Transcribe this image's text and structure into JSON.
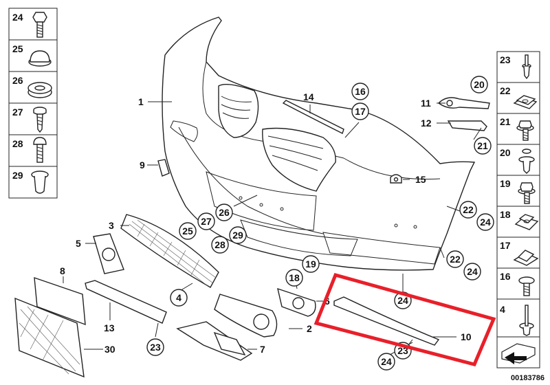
{
  "document_id": "00183786",
  "highlight_color": "#e8202a",
  "left_legend": [
    "24",
    "25",
    "26",
    "27",
    "28",
    "29"
  ],
  "right_legend": [
    "23",
    "22",
    "21",
    "20",
    "19",
    "18",
    "17",
    "16",
    "4"
  ],
  "callouts": [
    "1",
    "14",
    "11",
    "12",
    "9",
    "15",
    "3",
    "5",
    "8",
    "13",
    "30",
    "7",
    "2",
    "6",
    "10"
  ],
  "circled_refs": [
    "16",
    "17",
    "20",
    "21",
    "26",
    "27",
    "25",
    "28",
    "29",
    "22",
    "24",
    "22",
    "24",
    "19",
    "18",
    "4",
    "24",
    "23",
    "23",
    "24"
  ]
}
